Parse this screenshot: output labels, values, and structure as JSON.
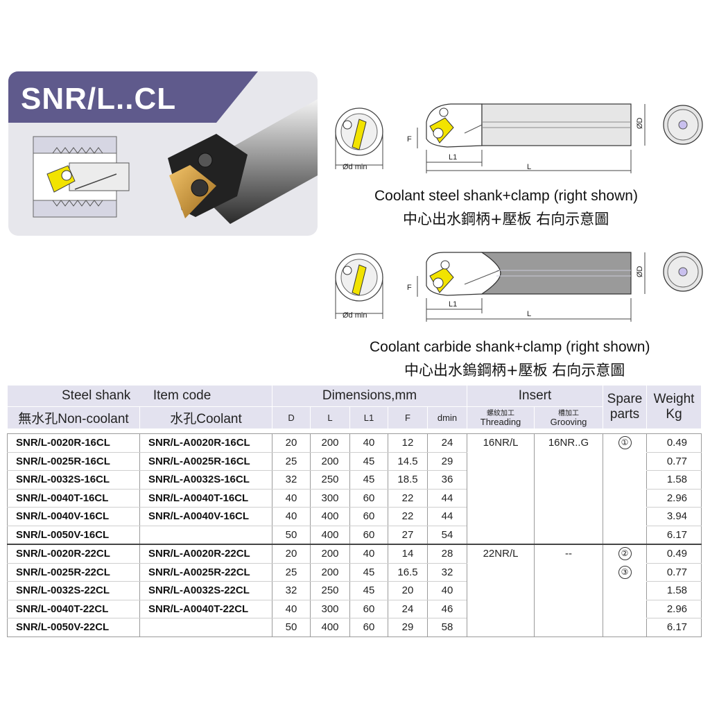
{
  "title": "SNR/L..CL",
  "captions": {
    "steel_en": "Coolant steel shank+clamp (right shown)",
    "steel_zh": "中心出水鋼柄+壓板  右向示意圖",
    "carbide_en": "Coolant carbide shank+clamp (right shown)",
    "carbide_zh": "中心出水鎢鋼柄+壓板  右向示意圖"
  },
  "diagram_labels": {
    "d_min": "Ød min",
    "F": "F",
    "L1": "L1",
    "L": "L",
    "D": "ØD"
  },
  "table": {
    "header": {
      "steel_shank": "Steel shank",
      "item_code": "Item code",
      "non_coolant": "無水孔Non-coolant",
      "coolant": "水孔Coolant",
      "dimensions": "Dimensions,mm",
      "dim_cols": [
        "D",
        "L",
        "L1",
        "F",
        "dmin"
      ],
      "insert": "Insert",
      "threading_zh": "螺紋加工",
      "threading_en": "Threading",
      "grooving_zh": "槽加工",
      "grooving_en": "Grooving",
      "spare_parts_1": "Spare",
      "spare_parts_2": "parts",
      "weight_1": "Weight",
      "weight_2": "Kg"
    },
    "groups": [
      {
        "threading": "16NR/L",
        "grooving": "16NR..G",
        "rows": [
          {
            "non_coolant": "SNR/L-0020R-16CL",
            "coolant": "SNR/L-A0020R-16CL",
            "D": "20",
            "L": "200",
            "L1": "40",
            "F": "12",
            "dmin": "24",
            "spare": "①",
            "weight": "0.49"
          },
          {
            "non_coolant": "SNR/L-0025R-16CL",
            "coolant": "SNR/L-A0025R-16CL",
            "D": "25",
            "L": "200",
            "L1": "45",
            "F": "14.5",
            "dmin": "29",
            "spare": "",
            "weight": "0.77"
          },
          {
            "non_coolant": "SNR/L-0032S-16CL",
            "coolant": "SNR/L-A0032S-16CL",
            "D": "32",
            "L": "250",
            "L1": "45",
            "F": "18.5",
            "dmin": "36",
            "spare": "",
            "weight": "1.58"
          },
          {
            "non_coolant": "SNR/L-0040T-16CL",
            "coolant": "SNR/L-A0040T-16CL",
            "D": "40",
            "L": "300",
            "L1": "60",
            "F": "22",
            "dmin": "44",
            "spare": "",
            "weight": "2.96"
          },
          {
            "non_coolant": "SNR/L-0040V-16CL",
            "coolant": "SNR/L-A0040V-16CL",
            "D": "40",
            "L": "400",
            "L1": "60",
            "F": "22",
            "dmin": "44",
            "spare": "",
            "weight": "3.94"
          },
          {
            "non_coolant": "SNR/L-0050V-16CL",
            "coolant": "",
            "D": "50",
            "L": "400",
            "L1": "60",
            "F": "27",
            "dmin": "54",
            "spare": "",
            "weight": "6.17"
          }
        ]
      },
      {
        "threading": "22NR/L",
        "grooving": "--",
        "rows": [
          {
            "non_coolant": "SNR/L-0020R-22CL",
            "coolant": "SNR/L-A0020R-22CL",
            "D": "20",
            "L": "200",
            "L1": "40",
            "F": "14",
            "dmin": "28",
            "spare": "②",
            "weight": "0.49"
          },
          {
            "non_coolant": "SNR/L-0025R-22CL",
            "coolant": "SNR/L-A0025R-22CL",
            "D": "25",
            "L": "200",
            "L1": "45",
            "F": "16.5",
            "dmin": "32",
            "spare": "③",
            "weight": "0.77"
          },
          {
            "non_coolant": "SNR/L-0032S-22CL",
            "coolant": "SNR/L-A0032S-22CL",
            "D": "32",
            "L": "250",
            "L1": "45",
            "F": "20",
            "dmin": "40",
            "spare": "",
            "weight": "1.58"
          },
          {
            "non_coolant": "SNR/L-0040T-22CL",
            "coolant": "SNR/L-A0040T-22CL",
            "D": "40",
            "L": "300",
            "L1": "60",
            "F": "24",
            "dmin": "46",
            "spare": "",
            "weight": "2.96"
          },
          {
            "non_coolant": "SNR/L-0050V-22CL",
            "coolant": "",
            "D": "50",
            "L": "400",
            "L1": "60",
            "F": "29",
            "dmin": "58",
            "spare": "",
            "weight": "6.17"
          }
        ]
      }
    ]
  },
  "colors": {
    "title_band": "#5f5a8c",
    "header_cell": "#e3e2ef",
    "insert_gold": "#f2e300",
    "shank_gray": "#e6e6e6"
  }
}
